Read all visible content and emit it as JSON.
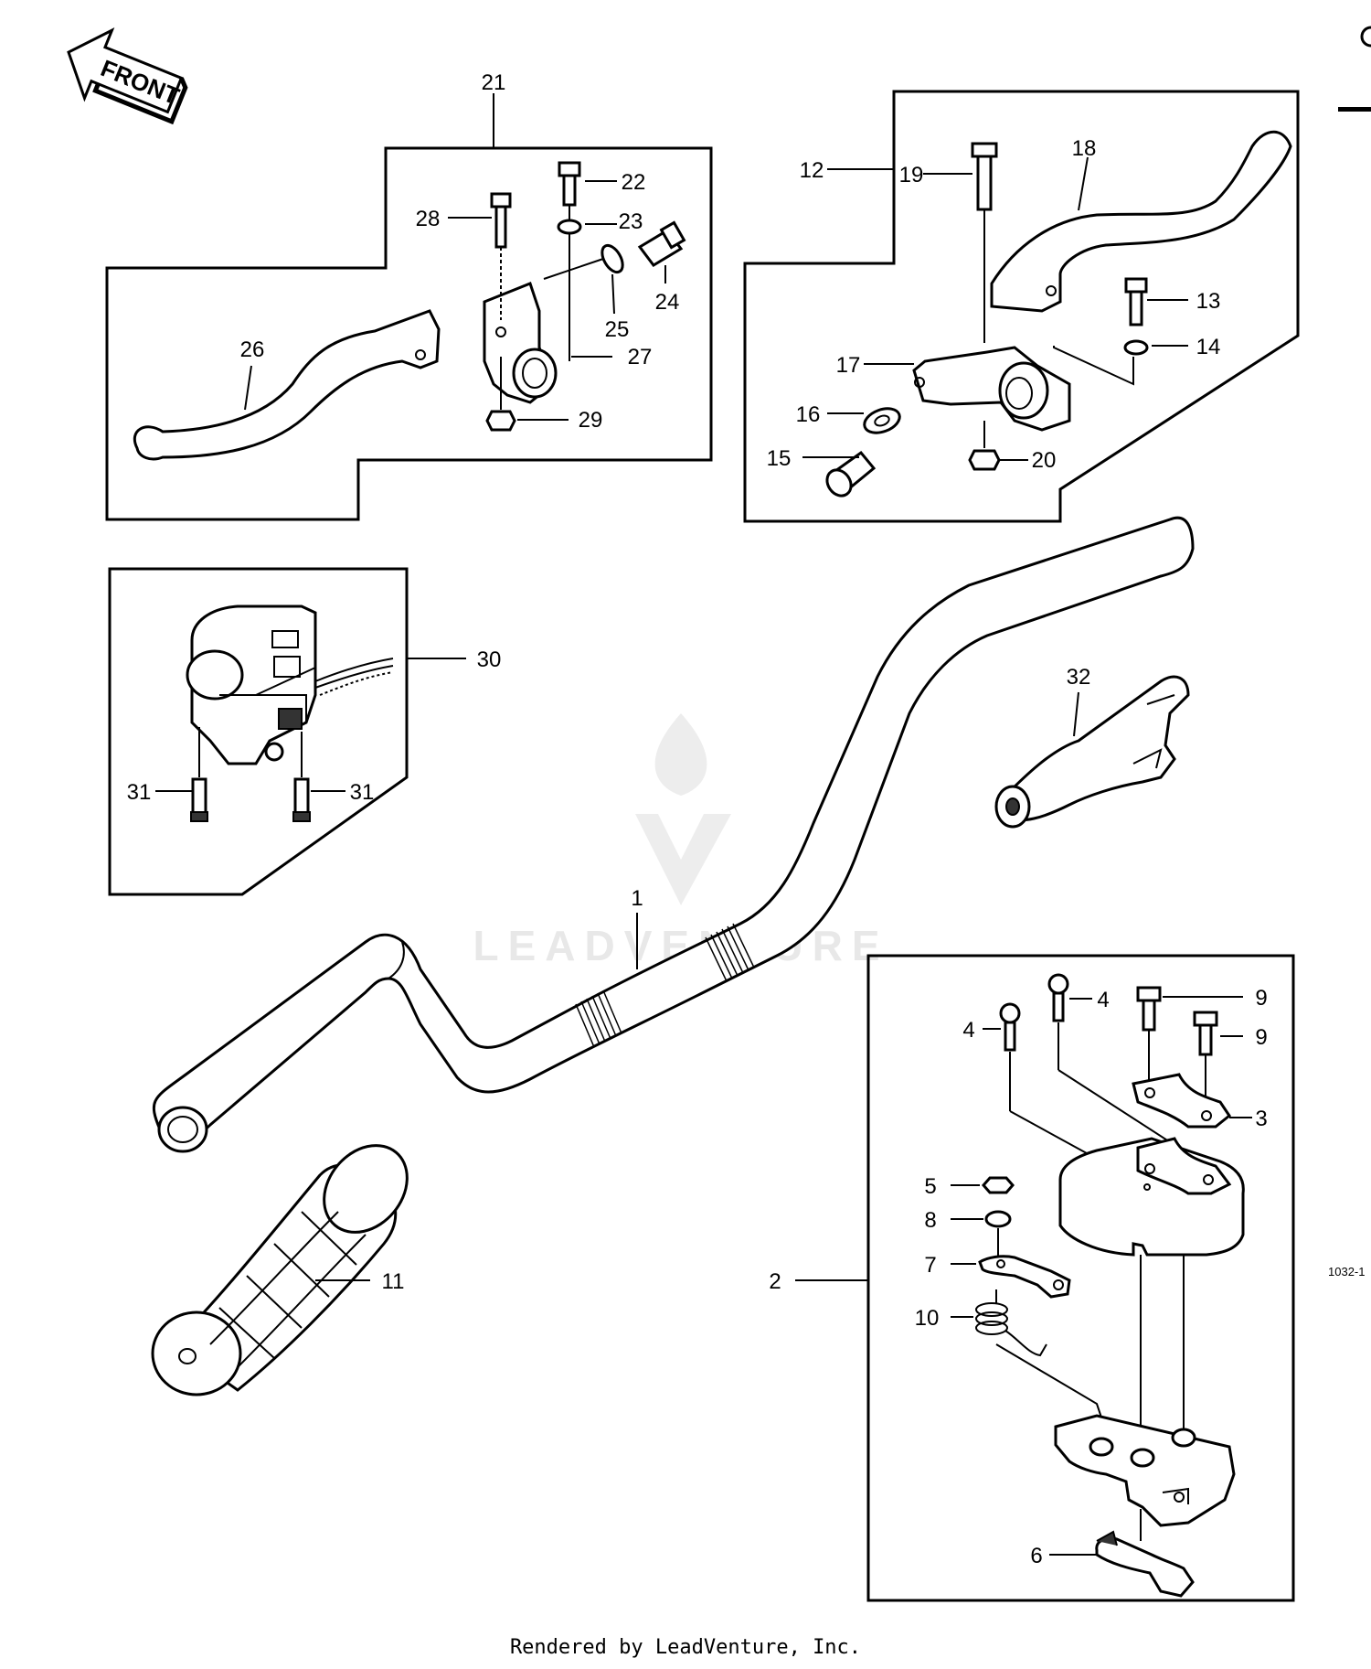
{
  "front_label": "FRONT",
  "watermark": "LEADVENTURE",
  "side_code": "1032-1",
  "footer": "Rendered by LeadVenture, Inc.",
  "callouts": {
    "c1": "1",
    "c2": "2",
    "c3": "3",
    "c4a": "4",
    "c4b": "4",
    "c5": "5",
    "c6": "6",
    "c7": "7",
    "c8": "8",
    "c9a": "9",
    "c9b": "9",
    "c10": "10",
    "c11": "11",
    "c12": "12",
    "c13": "13",
    "c14": "14",
    "c15": "15",
    "c16": "16",
    "c17": "17",
    "c18": "18",
    "c19": "19",
    "c20": "20",
    "c21": "21",
    "c22": "22",
    "c23": "23",
    "c24": "24",
    "c25": "25",
    "c26": "26",
    "c27": "27",
    "c28": "28",
    "c29": "29",
    "c30": "30",
    "c31a": "31",
    "c31b": "31",
    "c32": "32"
  }
}
